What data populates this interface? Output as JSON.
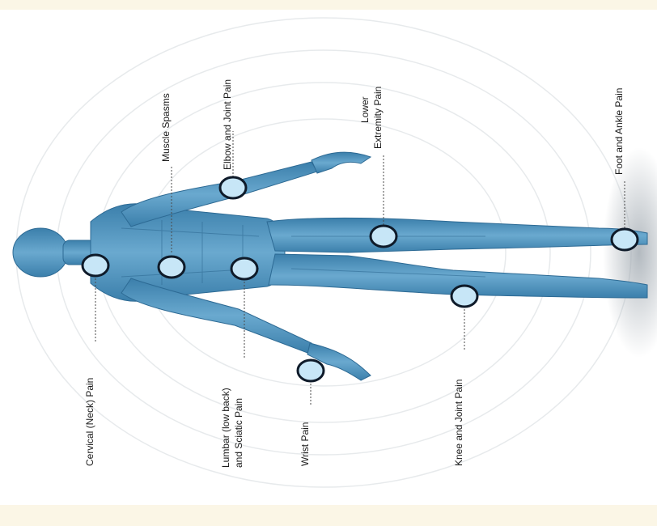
{
  "colors": {
    "frame": "#fbf6e6",
    "panel": "#ffffff",
    "body": "#4f93bd",
    "body_dark": "#2e6f9a",
    "marker_ring": "#0f1b2a",
    "marker_fill": "#c7e6f7",
    "leader": "#444444"
  },
  "labels": {
    "cervical": "Cervical (Neck) Pain",
    "muscle": "Muscle Spasms",
    "elbow": "Elbow and Joint Pain",
    "lumbar_line1": "Lumbar (low back)",
    "lumbar_line2": "and Sciatic Pain",
    "wrist": "Wrist Pain",
    "lower_line1": "Lower",
    "lower_line2": "Extremity Pain",
    "knee": "Knee and Joint Pain",
    "foot": "Foot and Ankle Pain"
  },
  "markers": [
    {
      "id": "cervical",
      "icon": "pain-marker-icon"
    },
    {
      "id": "muscle",
      "icon": "pain-marker-icon"
    },
    {
      "id": "elbow",
      "icon": "pain-marker-icon"
    },
    {
      "id": "lumbar",
      "icon": "pain-marker-icon"
    },
    {
      "id": "wrist",
      "icon": "pain-marker-icon"
    },
    {
      "id": "lower",
      "icon": "pain-marker-icon"
    },
    {
      "id": "knee",
      "icon": "pain-marker-icon"
    },
    {
      "id": "foot",
      "icon": "pain-marker-icon"
    }
  ]
}
